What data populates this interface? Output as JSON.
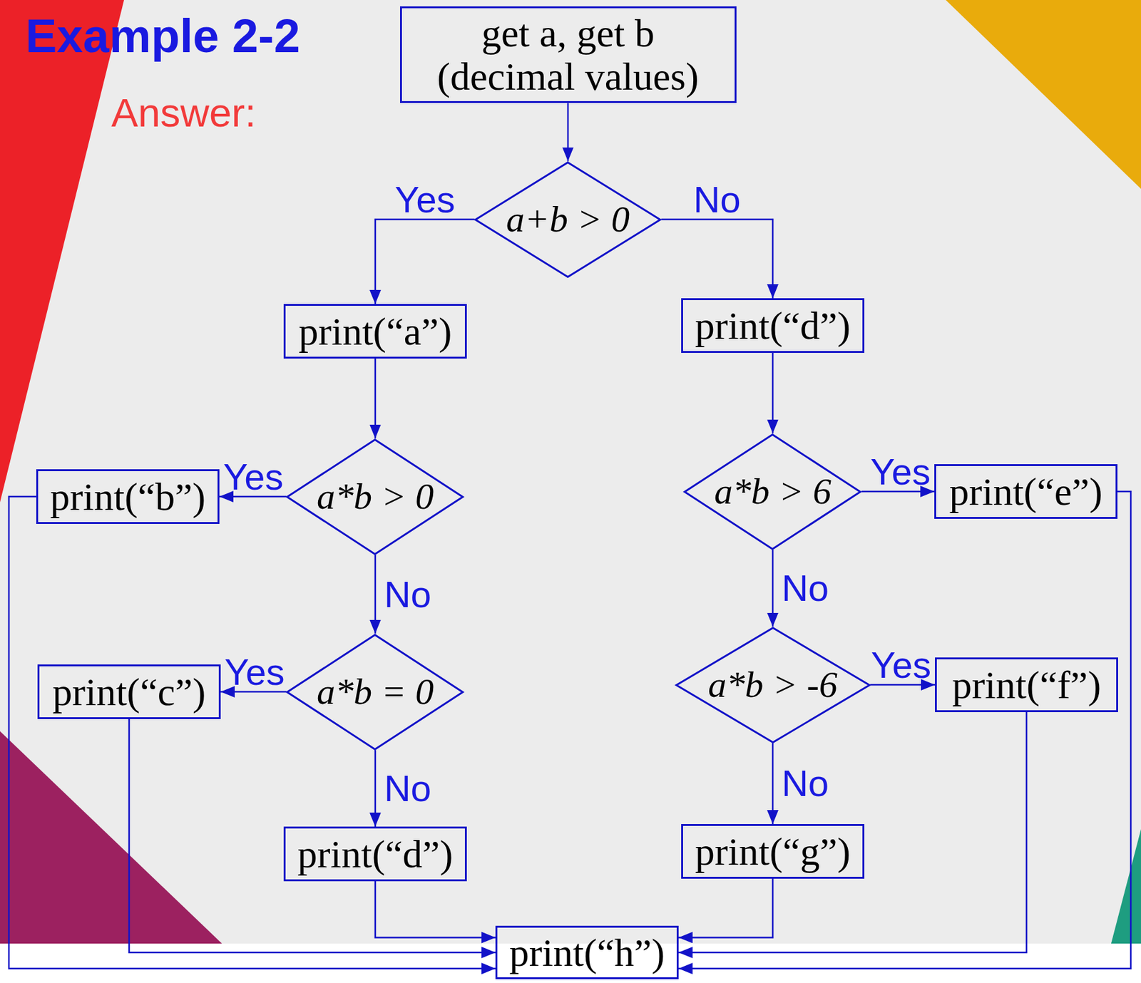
{
  "diagram": {
    "title": "Example 2-2",
    "nodes": [
      {
        "text": [
          "get a, get b (decimal values)"
        ]
      },
      {
        "text": [
          "a+b > 0"
        ]
      },
      {
        "text": [
          "print(“a”)"
        ]
      },
      {
        "text": [
          "print(“d”)"
        ]
      },
      {
        "text": [
          "print(“b”)"
        ]
      },
      {
        "text": [
          "a*b > 0"
        ]
      },
      {
        "text": [
          "a*b > 6"
        ]
      },
      {
        "text": [
          "print(“e”)"
        ]
      },
      {
        "text": [
          "print(“c”)"
        ]
      },
      {
        "text": [
          "a*b = 0"
        ]
      },
      {
        "text": [
          "a*b > -6"
        ]
      },
      {
        "text": [
          "print(“f”)"
        ]
      },
      {
        "text": [
          "print(“d”)"
        ]
      },
      {
        "text": [
          "print(“g”)"
        ]
      },
      {
        "text": [
          "print(“h”)"
        ]
      }
    ],
    "edges": [
      {
        "from": 0,
        "to": 1,
        "arrow": "to"
      },
      {
        "from": 1,
        "to": 2,
        "label": "Yes",
        "arrow": "to"
      },
      {
        "from": 1,
        "to": 3,
        "label": "No",
        "arrow": "to"
      },
      {
        "from": 2,
        "to": 5,
        "arrow": "to"
      },
      {
        "from": 5,
        "to": 4,
        "label": "Yes",
        "arrow": "to"
      },
      {
        "from": 5,
        "to": 9,
        "label": "No",
        "arrow": "to"
      },
      {
        "from": 9,
        "to": 8,
        "label": "Yes",
        "arrow": "to"
      },
      {
        "from": 9,
        "to": 12,
        "label": "No",
        "arrow": "to"
      },
      {
        "from": 3,
        "to": 6,
        "arrow": "to"
      },
      {
        "from": 6,
        "to": 7,
        "label": "Yes",
        "arrow": "to"
      },
      {
        "from": 6,
        "to": 10,
        "label": "No",
        "arrow": "to"
      },
      {
        "from": 10,
        "to": 11,
        "label": "Yes",
        "arrow": "to"
      },
      {
        "from": 10,
        "to": 13,
        "label": "No",
        "arrow": "to"
      },
      {
        "from": 4,
        "to": 14,
        "arrow": "to"
      },
      {
        "from": 8,
        "to": 14,
        "arrow": "to"
      },
      {
        "from": 12,
        "to": 14,
        "arrow": "to"
      },
      {
        "from": 13,
        "to": 14,
        "arrow": "to"
      },
      {
        "from": 11,
        "to": 14,
        "arrow": "to"
      },
      {
        "from": 7,
        "to": 14,
        "arrow": "to"
      }
    ],
    "labels": [
      "Answer:"
    ]
  }
}
